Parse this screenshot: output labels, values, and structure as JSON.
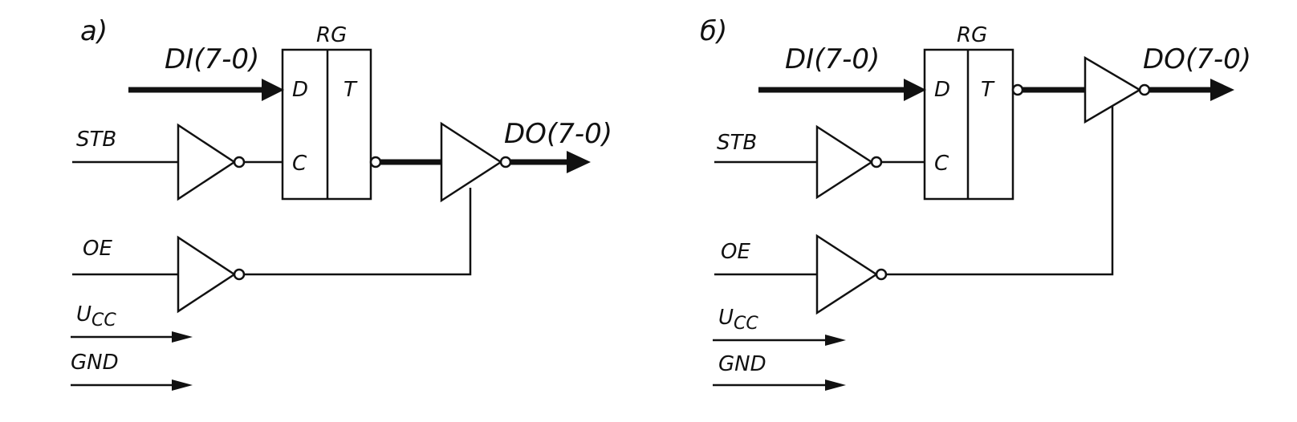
{
  "diagrams": [
    {
      "panel_label": "а)",
      "register_label": "RG",
      "input_bus_label": "DI(7-0)",
      "output_bus_label": "DO(7-0)",
      "pin_d": "D",
      "pin_t": "T",
      "pin_c": "C",
      "strobe_label": "STB",
      "enable_label": "OE",
      "power_label": "U",
      "power_subscript": "CC",
      "ground_label": "GND"
    },
    {
      "panel_label": "б)",
      "register_label": "RG",
      "input_bus_label": "DI(7-0)",
      "output_bus_label": "DO(7-0)",
      "pin_d": "D",
      "pin_t": "T",
      "pin_c": "C",
      "strobe_label": "STB",
      "enable_label": "OE",
      "power_label": "U",
      "power_subscript": "CC",
      "ground_label": "GND"
    }
  ]
}
